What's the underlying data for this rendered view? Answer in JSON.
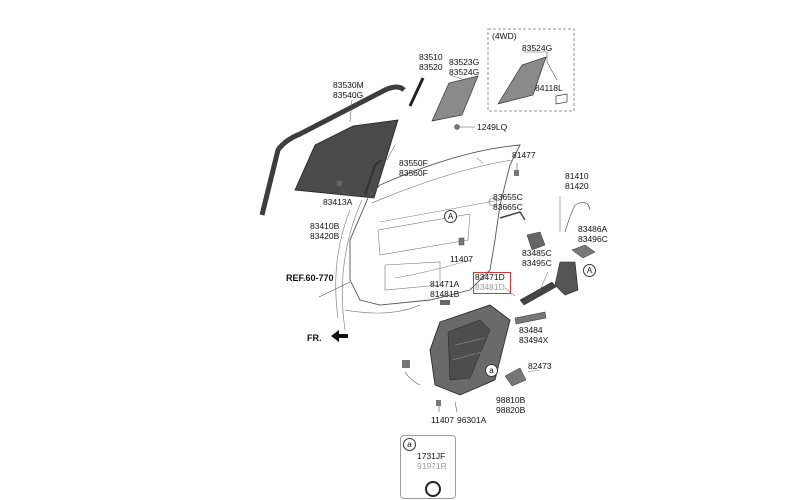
{
  "callouts": {
    "4wd_box_title": "(4WD)",
    "sec_a": "a",
    "a_circle_1": "A",
    "a_circle_2": "A",
    "a_circle_3": "a"
  },
  "parts": {
    "p83510": "83510",
    "p83520": "83520",
    "p83523G": "83523G",
    "p83524G": "83524G",
    "p83524G_4wd": "83524G",
    "p84118L": "84118L",
    "p83530M": "83530M",
    "p83540G": "83540G",
    "p1249LQ": "1249LQ",
    "p81477": "81477",
    "p83550F": "83550F",
    "p83560F": "83560F",
    "p81410": "81410",
    "p81420": "81420",
    "p83655C": "83655C",
    "p83665C": "83665C",
    "p83413A": "83413A",
    "p83486A": "83486A",
    "p83496C": "83496C",
    "p83410B": "83410B",
    "p83420B": "83420B",
    "p11407a": "11407",
    "p83485C": "83485C",
    "p83495C": "83495C",
    "p83471D": "83471D",
    "p83481D": "83481D",
    "ref": "REF.60-770",
    "p81471A": "81471A",
    "p81481B": "81481B",
    "fr": "FR.",
    "p83484": "83484",
    "p83494X": "83494X",
    "p82473": "82473",
    "p98810B": "98810B",
    "p98820B": "98820B",
    "p11407b": "11407",
    "p96301A": "96301A",
    "p1731JF": "1731JF",
    "p91971R": "91971R"
  },
  "colors": {
    "highlight": "#d23b3b",
    "part_fill": "#5a5a5a",
    "line": "#333333"
  }
}
